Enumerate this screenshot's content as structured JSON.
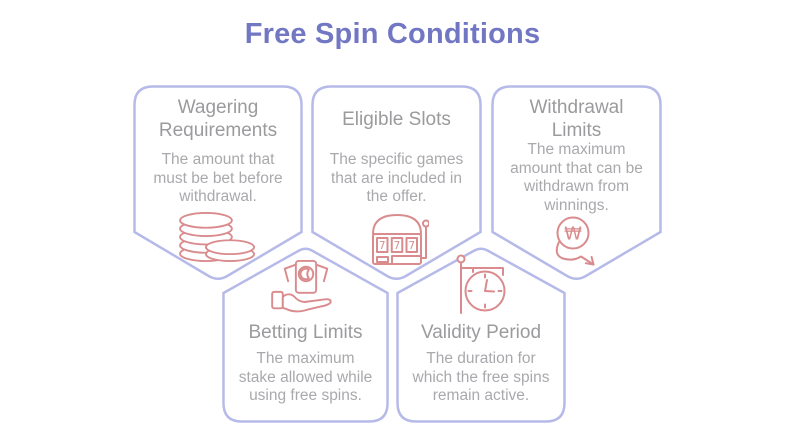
{
  "title": "Free Spin Conditions",
  "colors": {
    "title_text": "#7277c3",
    "card_border": "#b6bae8",
    "card_title_text": "#9b9b9e",
    "card_body_text": "#a9a9ad",
    "icon_stroke": "#d98b8d",
    "background": "#ffffff"
  },
  "cards": [
    {
      "title": "Wagering Requirements",
      "description": "The amount that must be bet before withdrawal.",
      "icon": "coins-icon"
    },
    {
      "title": "Eligible Slots",
      "description": "The specific games that are included in the offer.",
      "icon": "slot-machine-icon"
    },
    {
      "title": "Withdrawal Limits",
      "description": "The maximum amount that can be withdrawn from winnings.",
      "icon": "won-currency-arrow-icon"
    },
    {
      "title": "Betting Limits",
      "description": "The maximum stake allowed while using free spins.",
      "icon": "hand-holding-cards-icon"
    },
    {
      "title": "Validity Period",
      "description": "The duration for which the free spins remain active.",
      "icon": "hanging-clock-icon"
    }
  ],
  "slot_machine": {
    "digits": [
      "7",
      "7",
      "7"
    ]
  },
  "withdrawal_symbol": "₩"
}
